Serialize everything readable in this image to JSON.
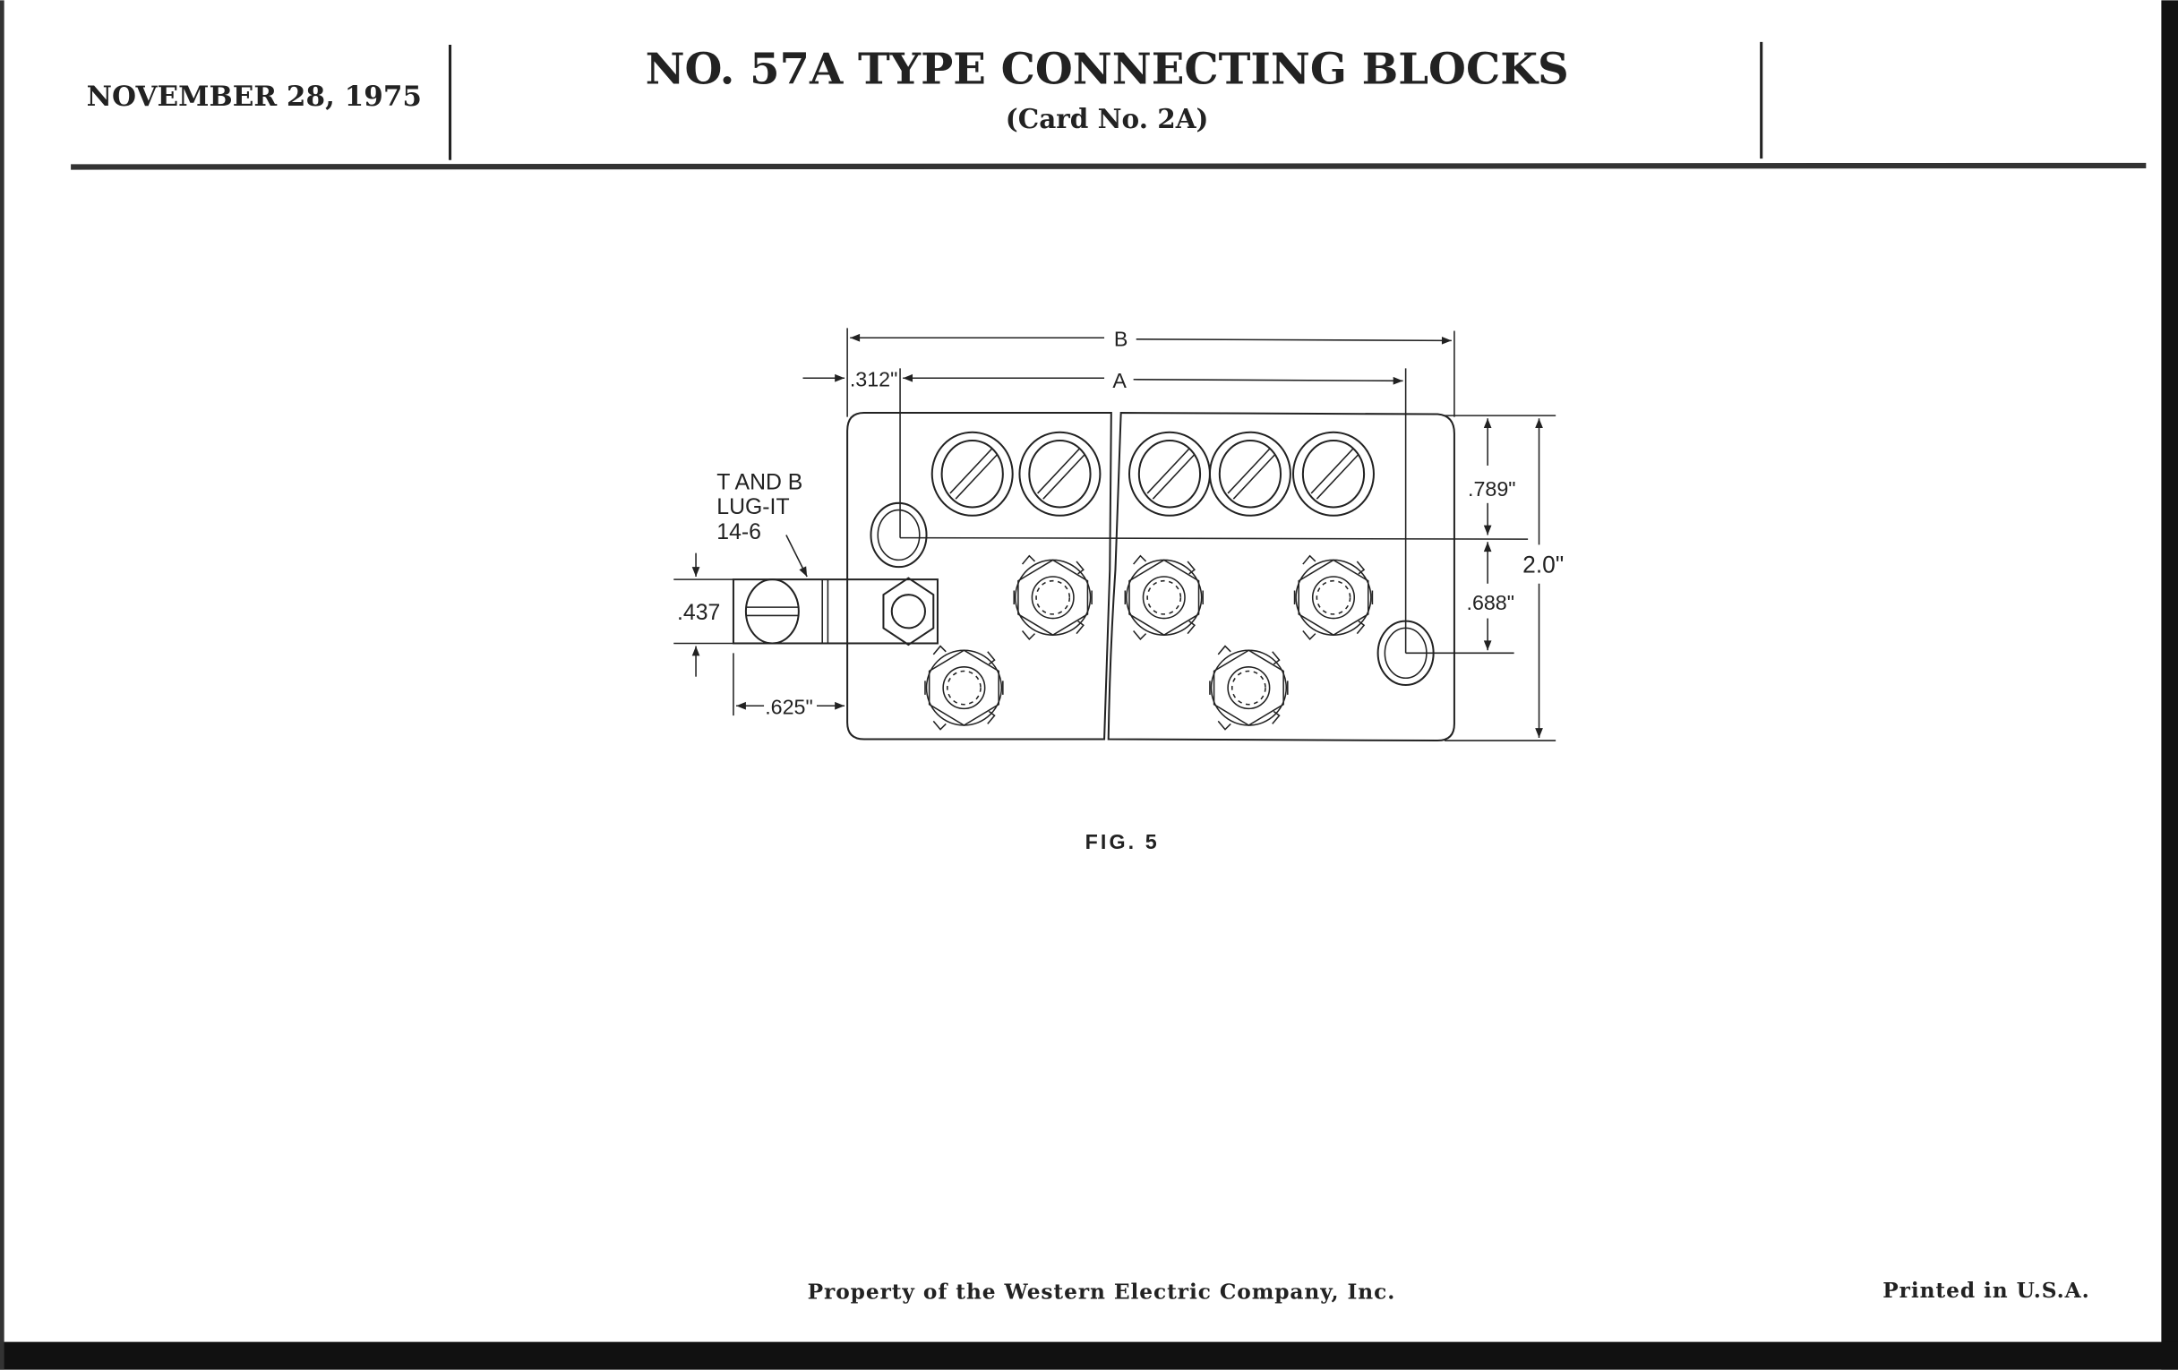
{
  "header": {
    "date": "NOVEMBER 28, 1975",
    "title": "NO. 57A TYPE CONNECTING BLOCKS",
    "subtitle": "(Card No. 2A)"
  },
  "figure": {
    "caption": "FIG. 5",
    "dim_b": "B",
    "dim_a": "A",
    "dim_312": ".312\"",
    "dim_789": ".789\"",
    "dim_688": ".688\"",
    "dim_20": "2.0\"",
    "dim_437": ".437",
    "dim_625": ".625\"",
    "lug_label": [
      "T AND B",
      "LUG-IT",
      "14-6"
    ]
  },
  "footer": {
    "property": "Property of the Western Electric Company, Inc.",
    "printed": "Printed in U.S.A."
  }
}
